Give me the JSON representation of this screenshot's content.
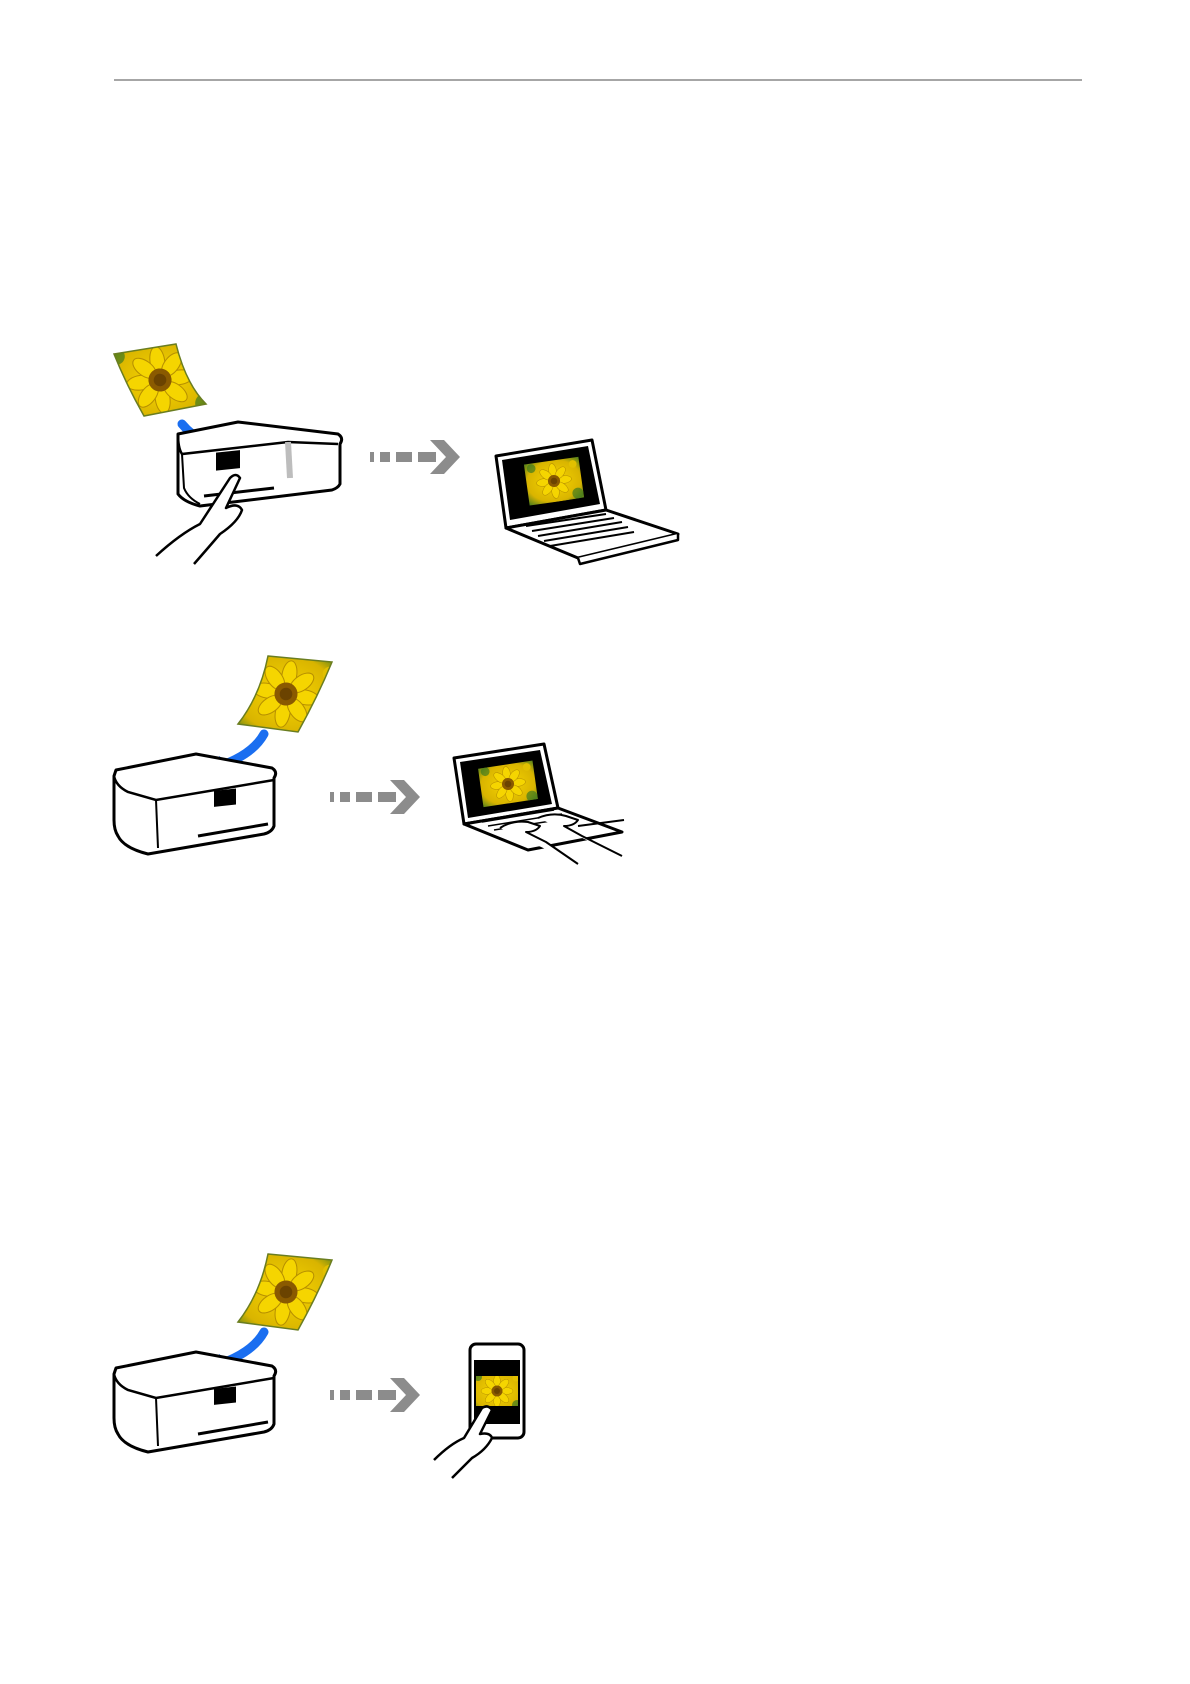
{
  "page": {
    "background": "#ffffff",
    "rule_color": "#a6a6a6"
  },
  "colors": {
    "arrow_blue": "#1a6ef0",
    "arrow_gray": "#8c8c8c",
    "photo_sky": "#f2c200",
    "photo_petal": "#f5d800",
    "photo_center": "#8a5a00",
    "photo_leaf": "#3f7a1f",
    "device_fill": "#ffffff",
    "device_stroke": "#000000",
    "device_shadow": "#e4e4e4"
  },
  "illustrations": [
    {
      "name": "scan-with-control-panel-to-computer",
      "icons": [
        "photo-document-icon",
        "scanner-icon",
        "finger-press-icon",
        "transfer-arrow-icon",
        "laptop-icon"
      ]
    },
    {
      "name": "scan-from-computer",
      "icons": [
        "photo-document-icon",
        "scanner-icon",
        "transfer-arrow-icon",
        "laptop-typing-icon"
      ]
    },
    {
      "name": "scan-from-smart-device",
      "icons": [
        "photo-document-icon",
        "scanner-icon",
        "transfer-arrow-icon",
        "smartphone-icon",
        "finger-touch-icon"
      ]
    }
  ]
}
